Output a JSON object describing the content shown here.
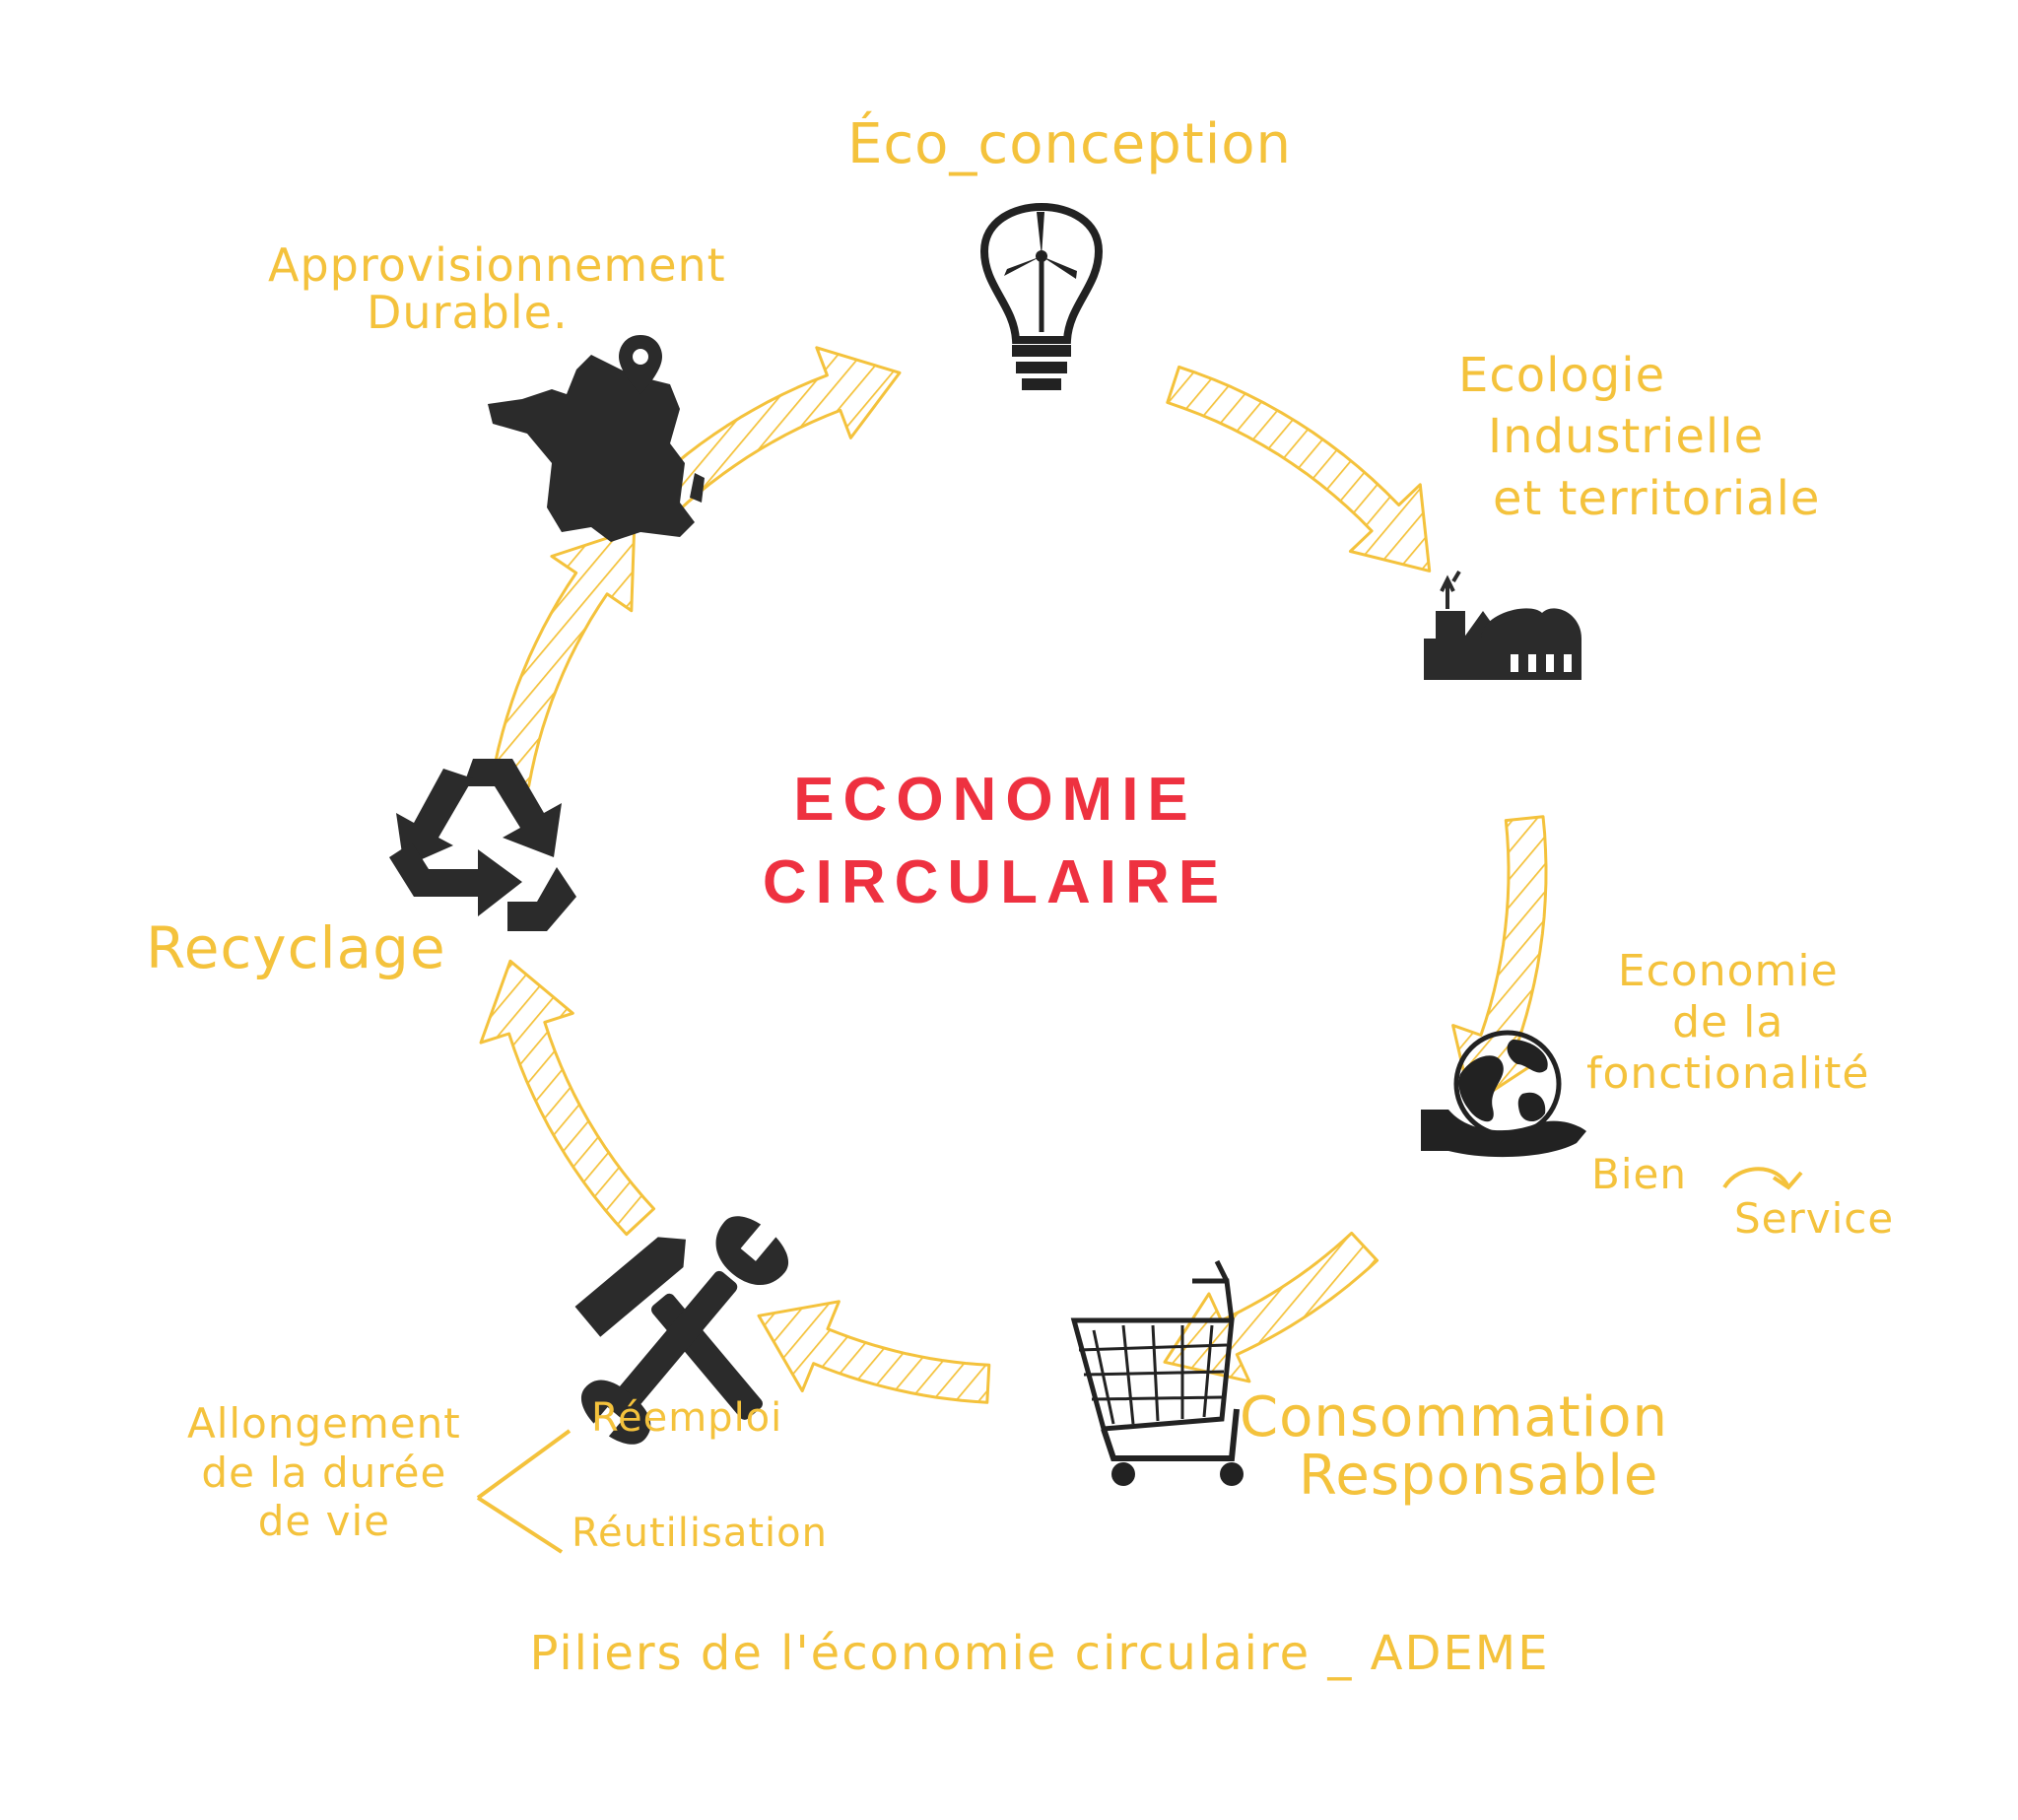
{
  "title": [
    "ECONOMIE",
    "CIRCULAIRE"
  ],
  "pillars": [
    {
      "id": "eco-conception",
      "lines": [
        "Éco_conception"
      ],
      "icon": "lightbulb-wind-turbine-icon"
    },
    {
      "id": "ecologie",
      "lines": [
        "Ecologie",
        "Industrielle",
        "et territoriale"
      ],
      "icon": "factory-icon"
    },
    {
      "id": "fonctionnalite",
      "lines": [
        "Economie",
        "de la",
        "fonctionalité"
      ],
      "icon": "hand-globe-icon"
    },
    {
      "id": "consommation",
      "lines": [
        "Consommation",
        "Responsable"
      ],
      "icon": "shopping-cart-icon"
    },
    {
      "id": "allongement",
      "lines": [
        "Allongement",
        "de la durée",
        "de vie"
      ],
      "icon": "hammer-wrench-icon"
    },
    {
      "id": "recyclage",
      "lines": [
        "Recyclage"
      ],
      "icon": "recycle-icon"
    },
    {
      "id": "approvisionnement",
      "lines": [
        "Approvisionnement",
        "Durable."
      ],
      "icon": "france-map-pin-icon"
    }
  ],
  "bien_service": {
    "bien": "Bien",
    "service": "Service"
  },
  "branches": [
    "Réemploi",
    "Réutilisation"
  ],
  "caption": "Piliers de l'économie circulaire _ ADEME",
  "colors": {
    "accent": "#f4c23c",
    "title": "#ee3140",
    "icon": "#333333"
  }
}
